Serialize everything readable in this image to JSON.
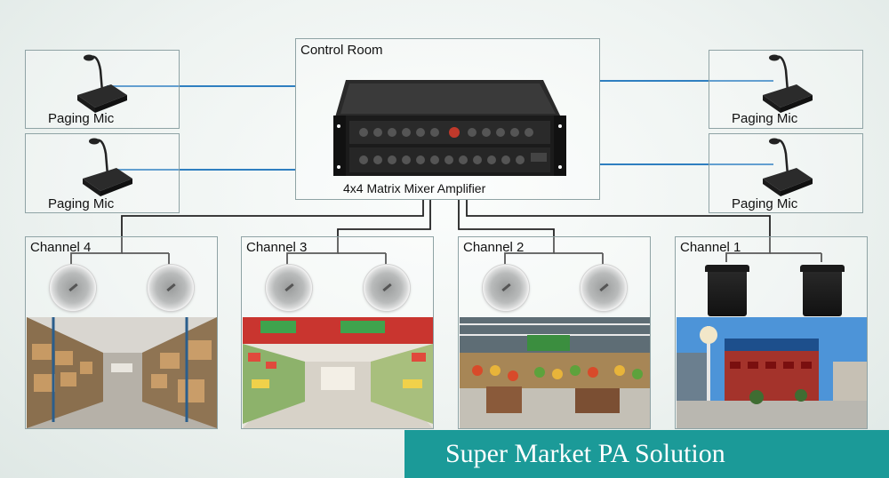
{
  "control_room": {
    "label": "Control Room",
    "device_label": "4x4 Matrix Mixer Amplifier"
  },
  "paging_mics": [
    {
      "label": "Paging Mic"
    },
    {
      "label": "Paging Mic"
    },
    {
      "label": "Paging Mic"
    },
    {
      "label": "Paging Mic"
    }
  ],
  "channels": [
    {
      "label": "Channel 4",
      "speaker_type": "ceiling-speaker",
      "scene": "warehouse"
    },
    {
      "label": "Channel 3",
      "speaker_type": "ceiling-speaker",
      "scene": "supermarket-aisle"
    },
    {
      "label": "Channel 2",
      "speaker_type": "ceiling-speaker",
      "scene": "fresh-produce-store"
    },
    {
      "label": "Channel 1",
      "speaker_type": "wall-mount-speaker",
      "scene": "outdoor-storefront"
    }
  ],
  "banner": {
    "title": "Super Market PA Solution"
  },
  "colors": {
    "wire_blue": "#2f7fc0",
    "wire_black": "#222222",
    "banner": "#1b9a98",
    "box_border": "#8fa3a5"
  }
}
